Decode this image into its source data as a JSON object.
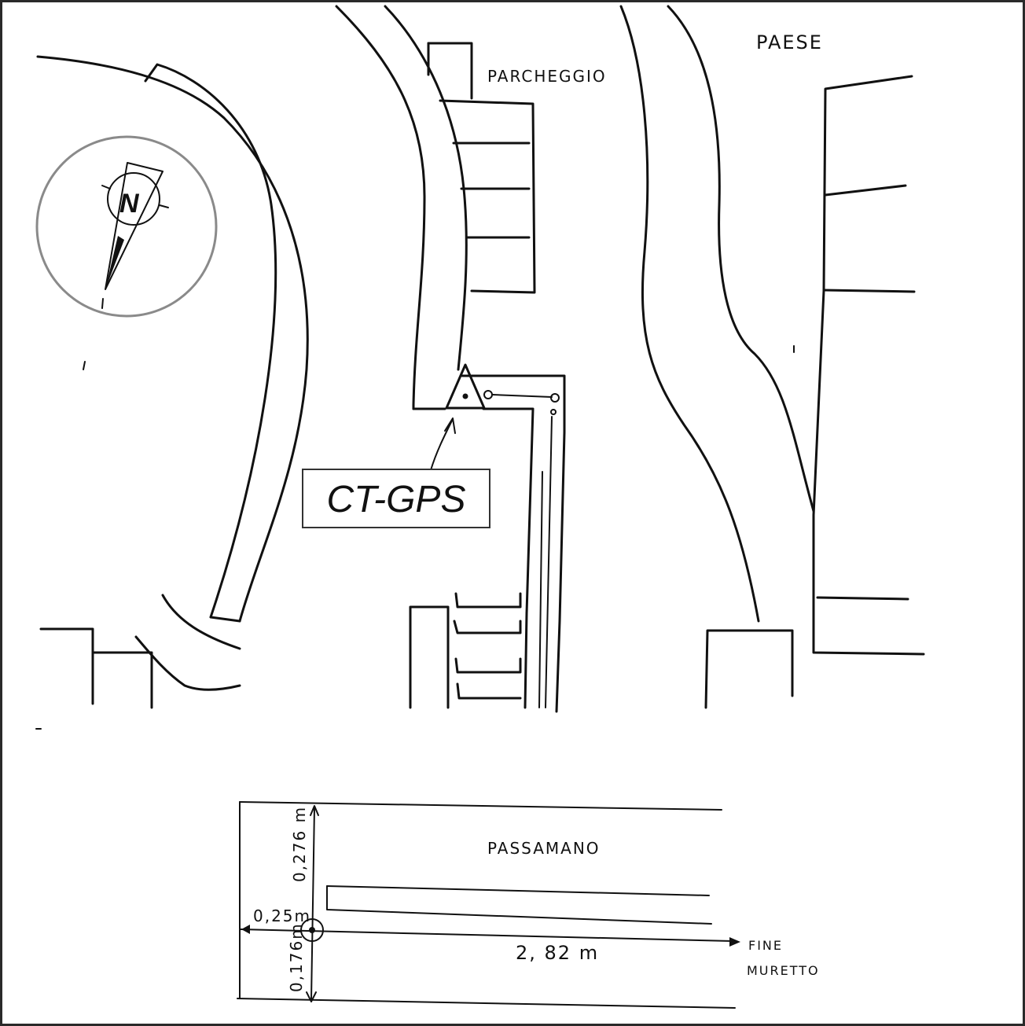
{
  "labels": {
    "town": "PAESE",
    "parking": "PARCHEGGIO",
    "station": "CT-GPS",
    "north": "N",
    "handrail": "PASSAMANO",
    "dim_vertical_top": "0,276 m",
    "dim_horizontal_left": "0,25m",
    "dim_vertical_bottom": "0,176m",
    "dim_horizontal_right": "2, 82 m",
    "end_wall_line1": "FINE",
    "end_wall_line2": "MURETTO"
  },
  "colors": {
    "ink": "#111111",
    "compass_ring": "#8a8a8a",
    "frame": "#2a2a2a",
    "paper": "#ffffff"
  },
  "icons": {
    "station_marker": "triangle-with-dot-icon",
    "compass": "north-arrow-icon",
    "reference_point": "circle-target-icon"
  }
}
